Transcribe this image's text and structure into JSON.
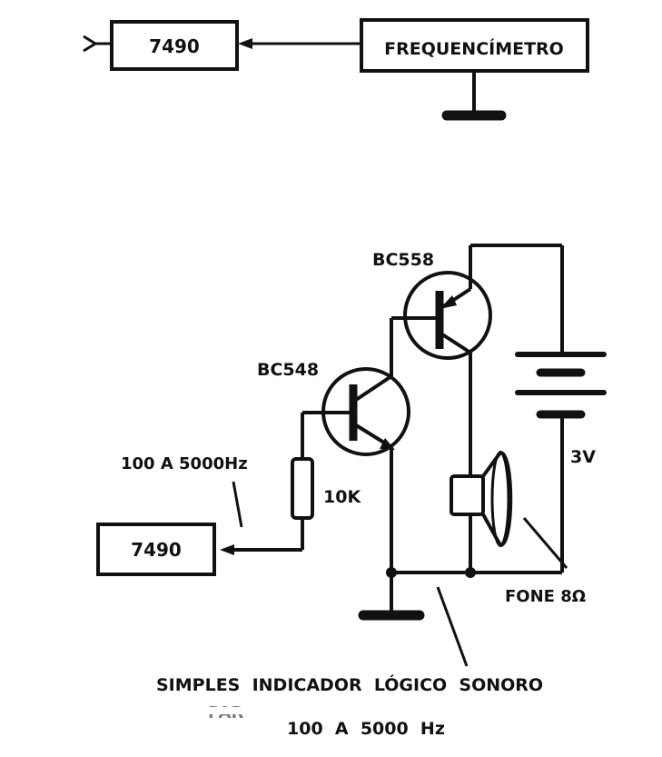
{
  "top_block": {
    "counter_label": "7490",
    "meter_label": "FREQUENCÍMETRO"
  },
  "circuit": {
    "q2_label": "BC558",
    "q1_label": "BC548",
    "freq_note": "100 A 5000Hz",
    "resistor_label": "10K",
    "counter_label": "7490",
    "battery_label": "3V",
    "speaker_label": "FONE 8Ω"
  },
  "caption": {
    "line1": "SIMPLES  INDICADOR  LÓGICO  SONORO",
    "line2_partial": "PAR",
    "line3": "100  A  5000  Hz"
  }
}
